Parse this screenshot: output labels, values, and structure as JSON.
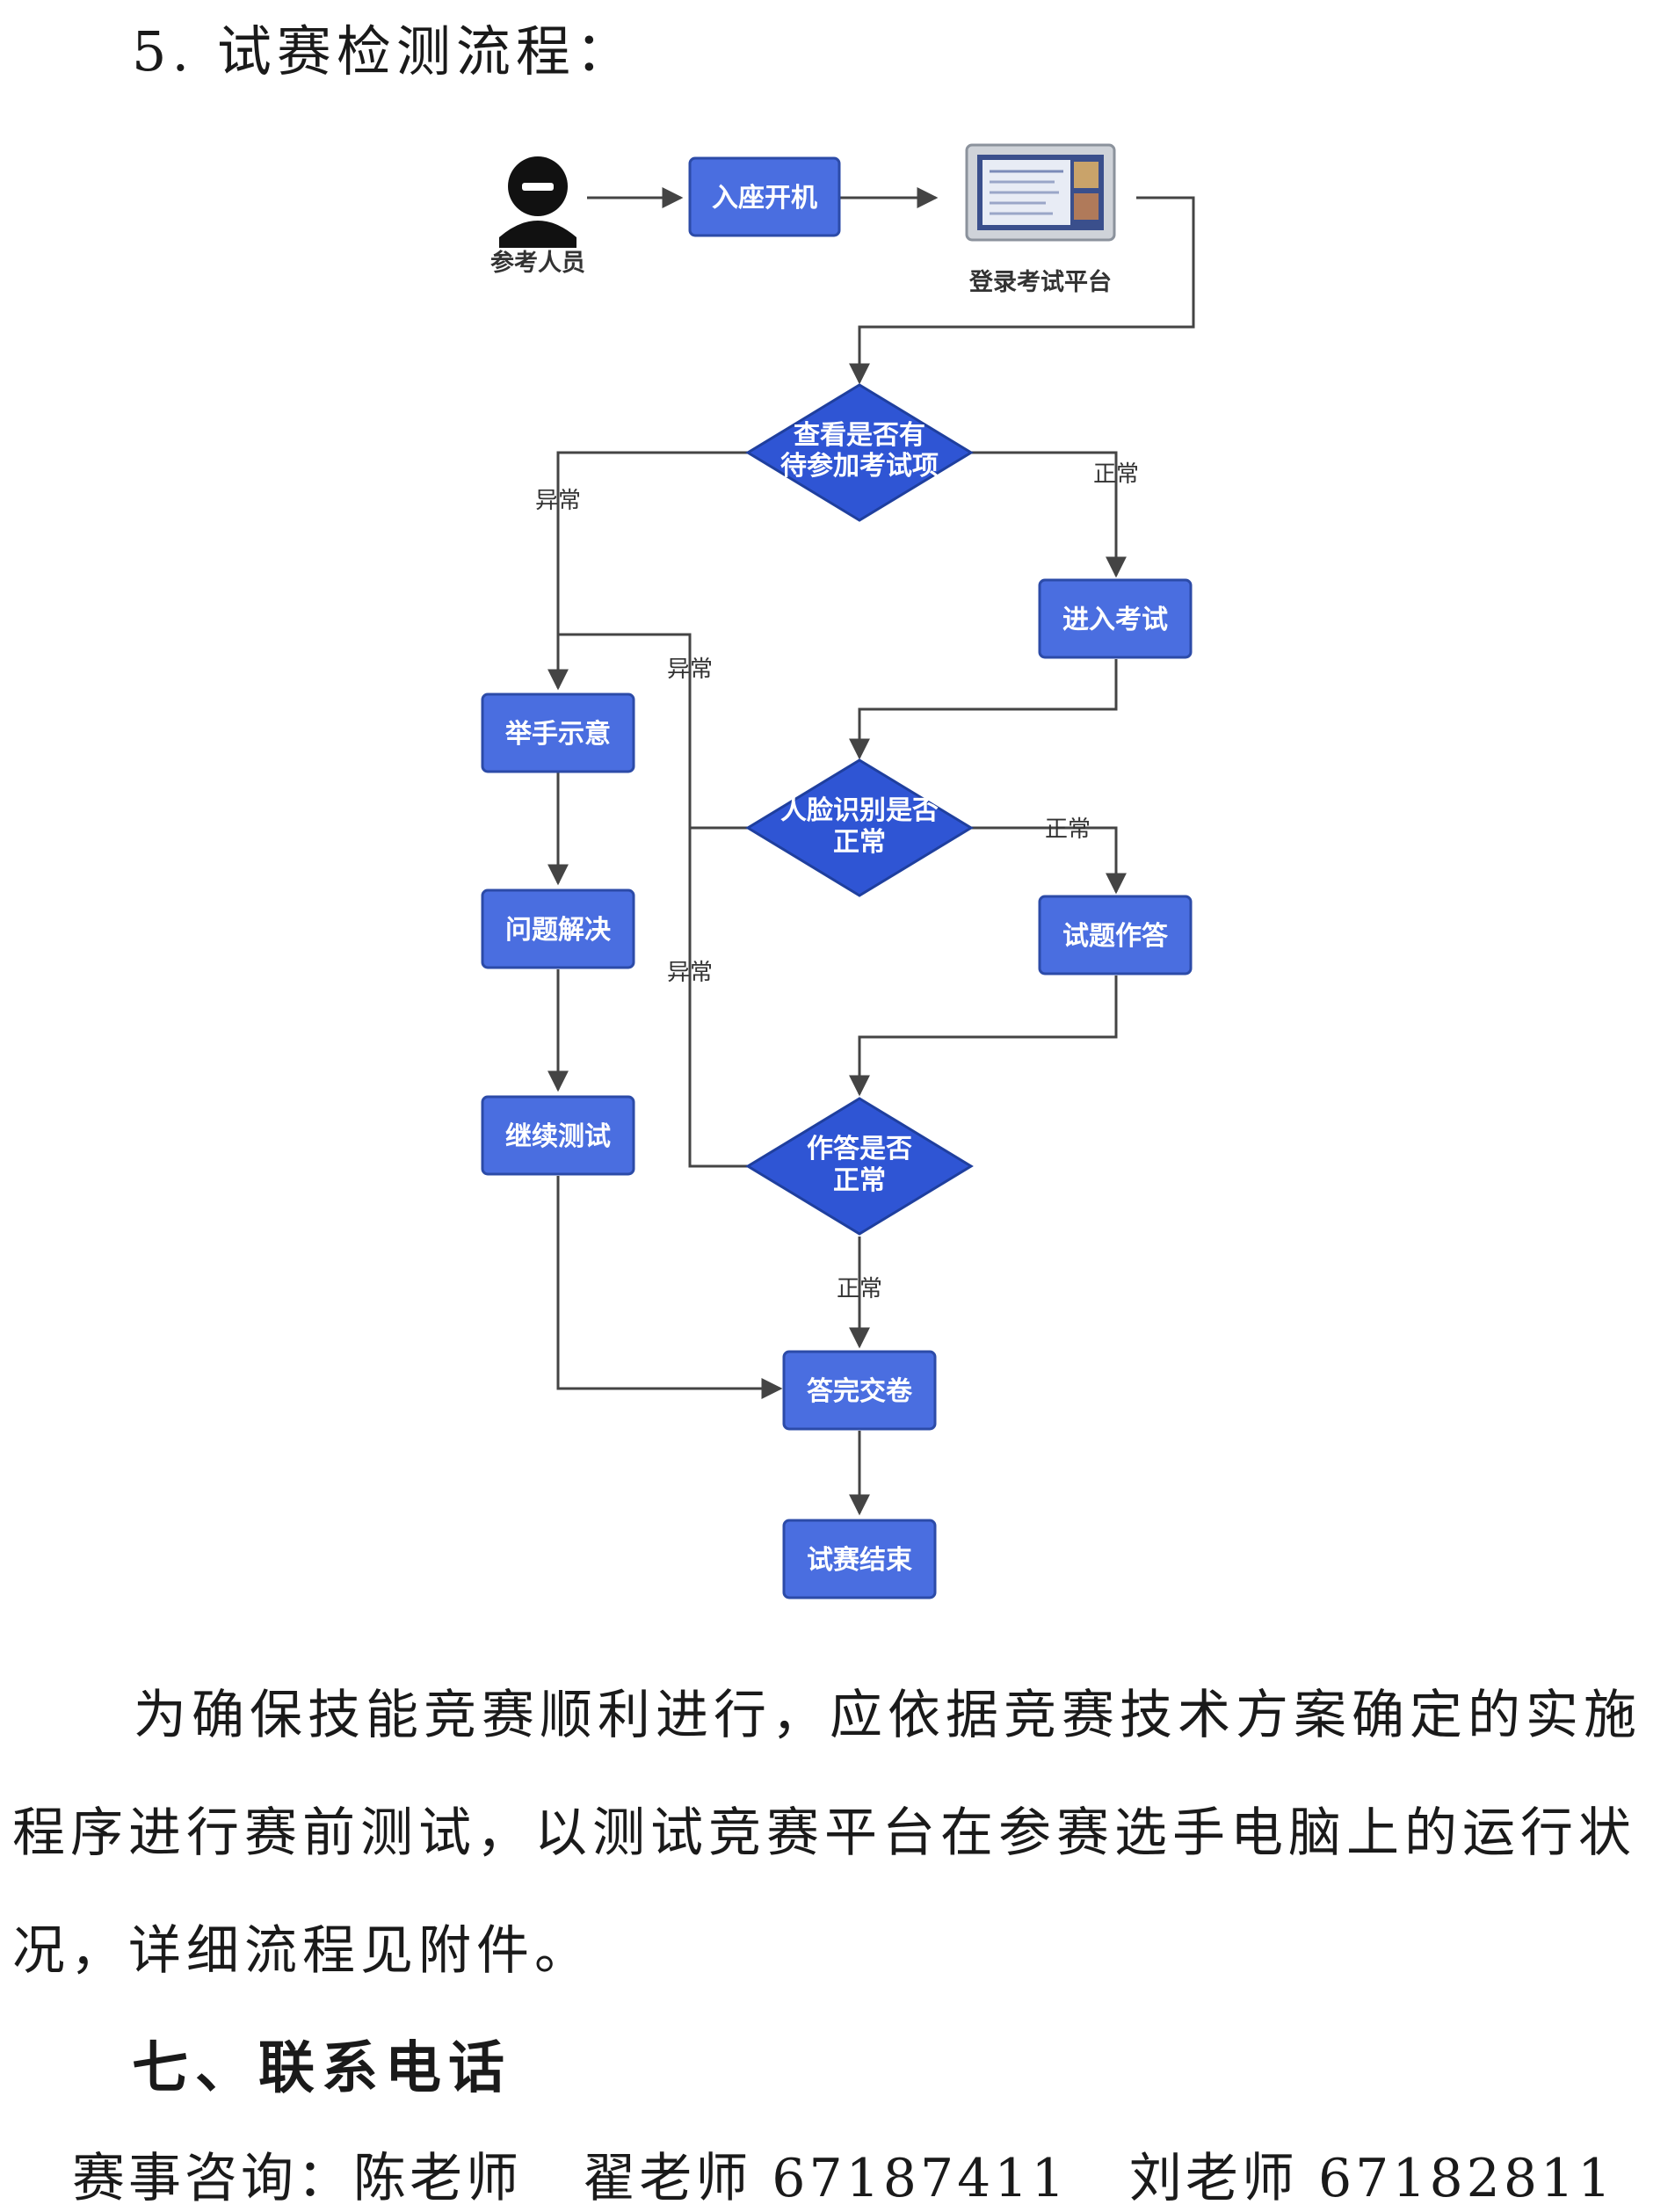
{
  "section_heading": "5. 试赛检测流程：",
  "flowchart": {
    "participant_label": "参考人员",
    "login_label": "登录考试平台",
    "nodes": {
      "seat_boot": "入座开机",
      "check_pending_1": "查看是否有",
      "check_pending_2": "待参加考试项",
      "enter_exam": "进入考试",
      "face_check_1": "人脸识别是否",
      "face_check_2": "正常",
      "raise_hand": "举手示意",
      "resolve_issue": "问题解决",
      "continue_test": "继续测试",
      "answer_questions": "试题作答",
      "answer_check_1": "作答是否",
      "answer_check_2": "正常",
      "submit": "答完交卷",
      "end": "试赛结束"
    },
    "edge_labels": {
      "normal": "正常",
      "abnormal": "异常"
    }
  },
  "paragraph": "为确保技能竞赛顺利进行，应依据竞赛技术方案确定的实施程序进行赛前测试，以测试竞赛平台在参赛选手电脑上的运行状况，详细流程见附件。",
  "contact": {
    "heading": "七、联系电话",
    "line": "赛事咨询：陈老师   翟老师 67187411   刘老师 67182811"
  }
}
